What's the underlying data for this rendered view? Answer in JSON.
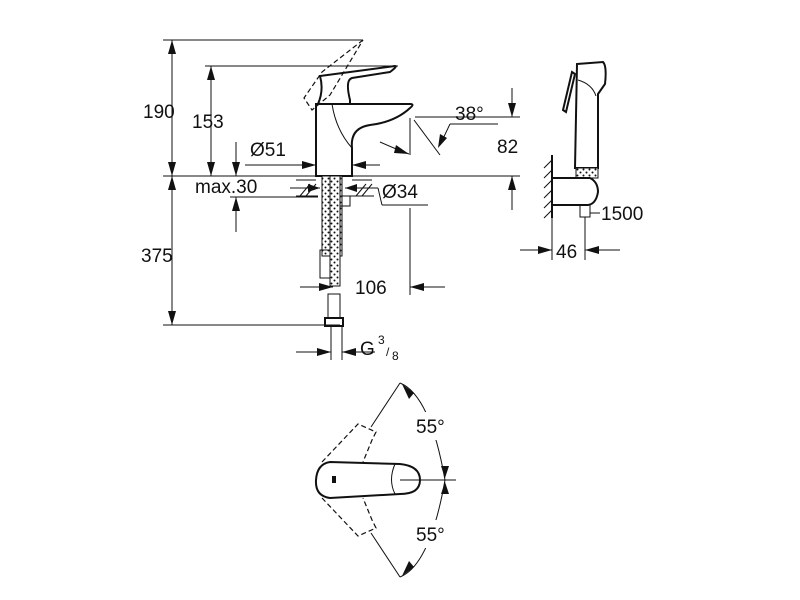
{
  "drawing": {
    "side_view": {
      "total_height": "190",
      "lever_height": "153",
      "base_diameter": "Ø51",
      "deck_thickness": "max.30",
      "hole_diameter": "Ø34",
      "connection_length": "375",
      "spout_reach": "106",
      "thread": {
        "prefix": "G",
        "numerator": "3",
        "denominator": "8"
      },
      "spout_angle": "38°",
      "spout_height": "82"
    },
    "hand_shower": {
      "hose_length": "1500",
      "projection": "46"
    },
    "top_view": {
      "rotation_upper": "55°",
      "rotation_lower": "55°"
    }
  }
}
